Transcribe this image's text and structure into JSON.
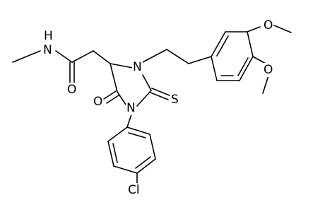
{
  "molecule": {
    "atoms": {
      "N_amide": "N",
      "H_amide": "H",
      "O_amide": "O",
      "N_ring3": "N",
      "N_ring1": "N",
      "O_ring": "O",
      "S_thione": "S",
      "Cl": "Cl",
      "O_meth1": "O",
      "O_meth2": "O"
    }
  }
}
